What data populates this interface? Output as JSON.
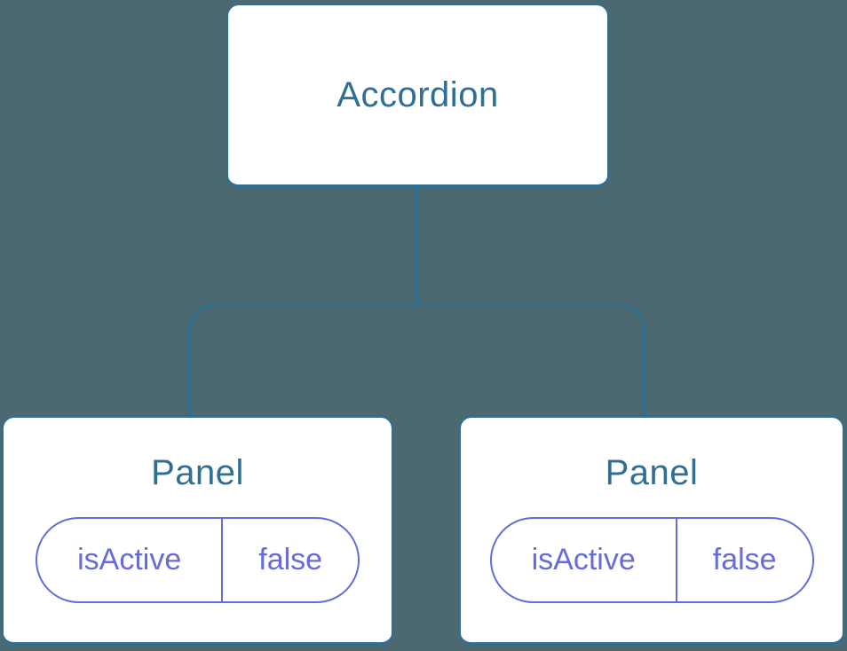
{
  "diagram": {
    "type": "component-tree",
    "background_color": "#4C6972",
    "node_fill": "#FFFFFF",
    "node_border_color": "#2E6F92",
    "connector_color": "#2E6F92",
    "state_accent_color": "#666BDA",
    "root": {
      "label": "Accordion"
    },
    "children": [
      {
        "label": "Panel",
        "state": {
          "key": "isActive",
          "value": "false"
        }
      },
      {
        "label": "Panel",
        "state": {
          "key": "isActive",
          "value": "false"
        }
      }
    ]
  }
}
